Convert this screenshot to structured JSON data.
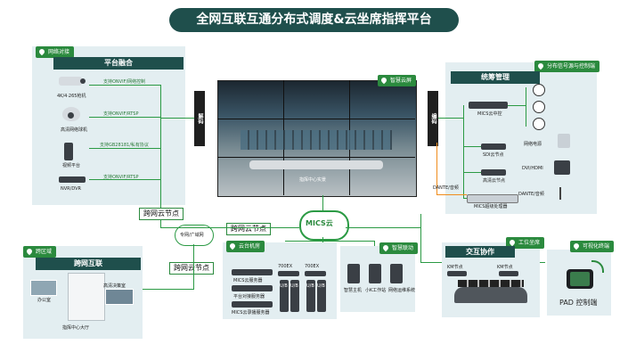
{
  "title": "全网互联互通分布式调度&云坐席指挥平台",
  "zones": {
    "network_access": "网络对接",
    "smart_screen": "智慧云屏",
    "distributed": "分布信号源与控制端",
    "cross_region": "跨区域",
    "cloud_room": "云台机房",
    "smart_link": "智慧联动",
    "workstation": "工位坐席",
    "visual_control": "可视化终端"
  },
  "platform_fusion": {
    "header": "平台融合",
    "devices": [
      {
        "name": "4K/4·265枪机",
        "protocol": "支持ONVIF/网络控制"
      },
      {
        "name": "高清网络球机",
        "protocol": "支持ONVIF/RTSP"
      },
      {
        "name": "视频平台",
        "protocol": "支持GB28181/私有协议"
      },
      {
        "name": "NVR/DVR",
        "protocol": "支持ONVIF/RTSP"
      }
    ]
  },
  "decode_left": "解码",
  "encode_right": "编码",
  "video_wall_caption": "指挥中心实景",
  "strategy": {
    "header": "统筹管理",
    "items": [
      "MICS云中控",
      "SDI云节点",
      "高清云节点",
      "MICS超级处理器"
    ],
    "ports": [
      "网络电源",
      "DVI/HDMI",
      "DANTE/音频"
    ]
  },
  "dante_label": "DANTE/音频",
  "cross_net_node": "跨网云节点",
  "cross_net_node_2": "跨网云节点",
  "cross_net_node_3": "跨网云节点",
  "wan_label": "专网/广域网",
  "mics_cloud": "MICS云",
  "cross_interconnect": {
    "header": "跨网互联",
    "items": [
      "办公室",
      "高清决策室"
    ],
    "footer": "指挥中心大厅"
  },
  "cloud_room_items": {
    "servers": [
      "MICS云服务器",
      "平台对接服务器",
      "MICS云录播服务器"
    ],
    "units": [
      "700EX",
      "700EX"
    ],
    "tower_labels": [
      "U/B",
      "U/B",
      "U/B",
      "U/B"
    ]
  },
  "smart_link_items": [
    "智慧主机",
    "小K工作站",
    "网络运维系统"
  ],
  "collab": {
    "header": "交互协作",
    "items": [
      "KM节点",
      "KM节点"
    ]
  },
  "pad_label": "PAD 控制端"
}
